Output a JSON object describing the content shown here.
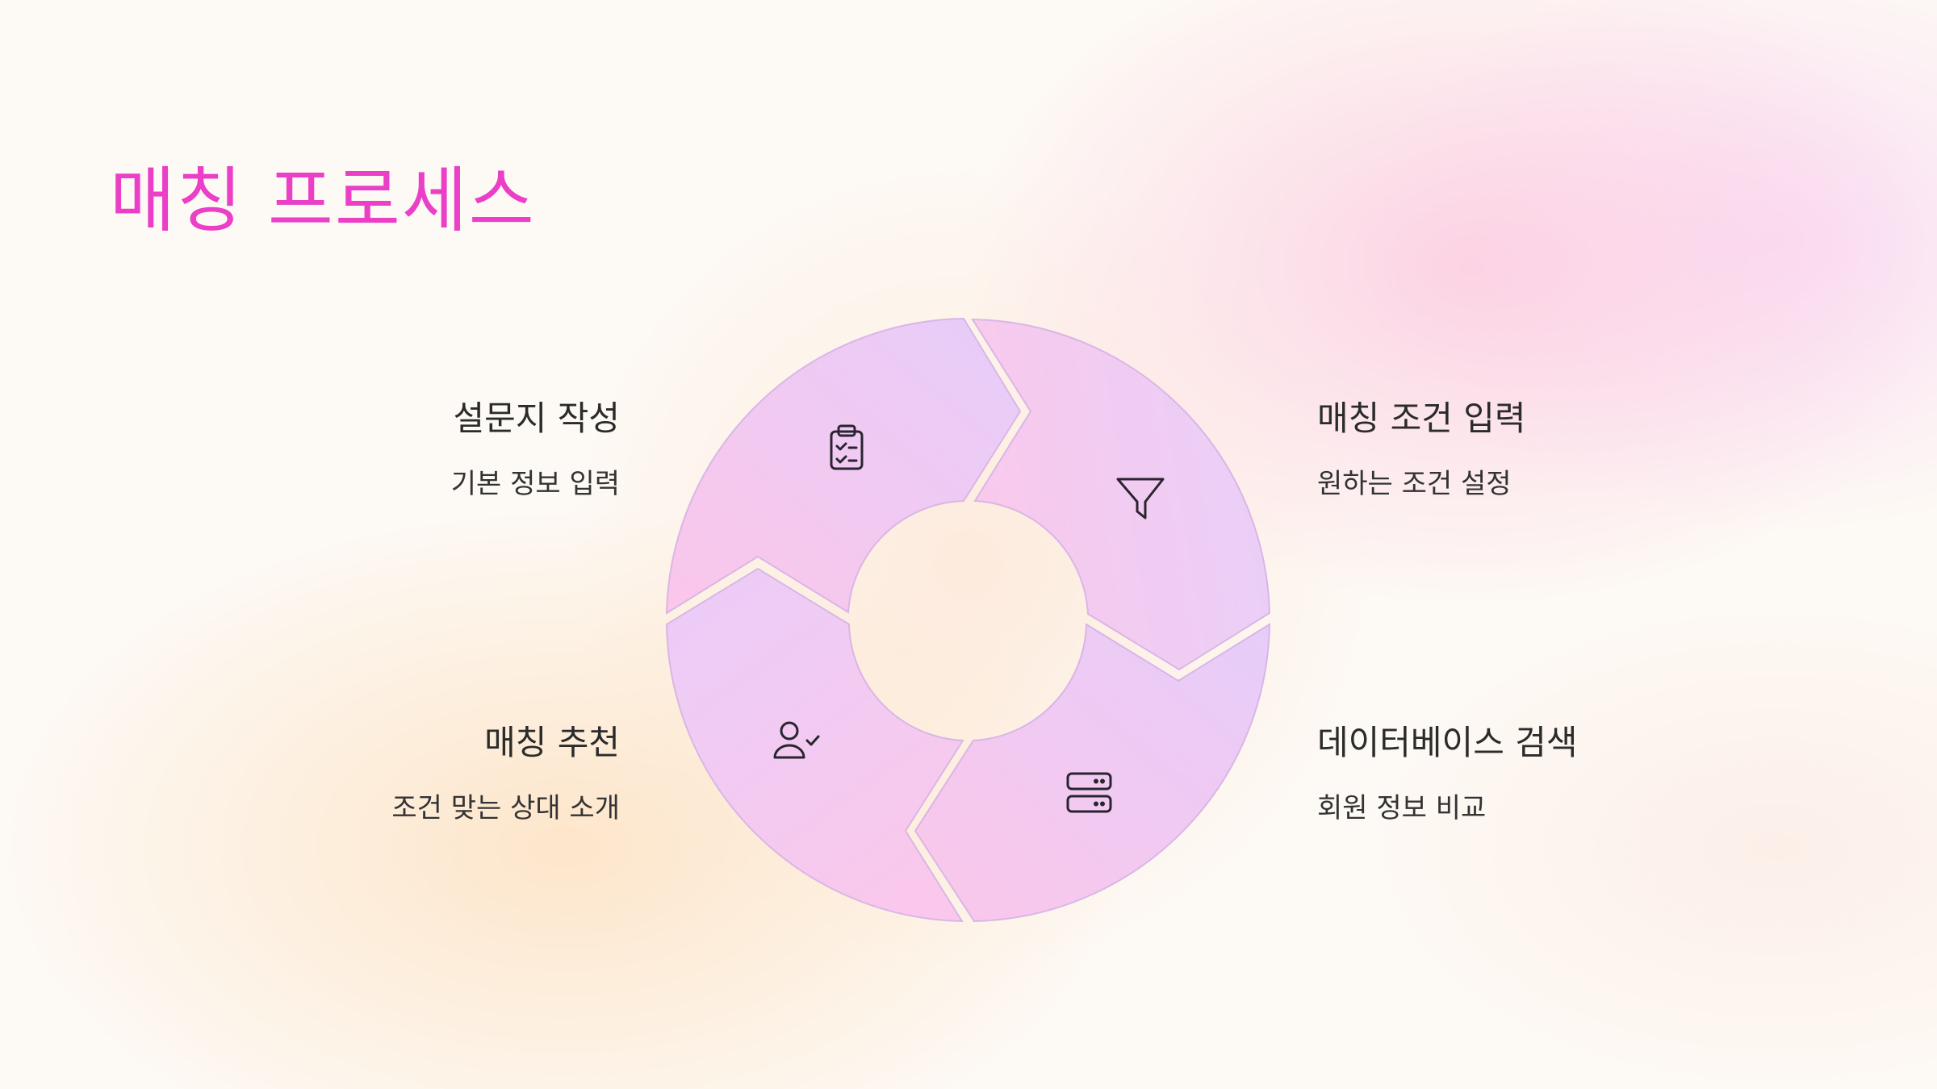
{
  "title": "매칭 프로세스",
  "colors": {
    "title": "#ea3fc6",
    "segment_light": "#f8c8ef",
    "segment_lilac": "#e8cdf8",
    "segment_stroke": "#d9b6e6",
    "icon": "#2a2430",
    "text": "#2b2b2b"
  },
  "steps": [
    {
      "heading": "설문지 작성",
      "description": "기본 정보 입력",
      "icon": "clipboard-check-icon",
      "position": "top-left"
    },
    {
      "heading": "매칭 조건 입력",
      "description": "원하는 조건 설정",
      "icon": "filter-funnel-icon",
      "position": "top-right"
    },
    {
      "heading": "데이터베이스 검색",
      "description": "회원 정보 비교",
      "icon": "server-database-icon",
      "position": "bottom-right"
    },
    {
      "heading": "매칭 추천",
      "description": "조건 맞는 상대 소개",
      "icon": "user-check-icon",
      "position": "bottom-left"
    }
  ]
}
